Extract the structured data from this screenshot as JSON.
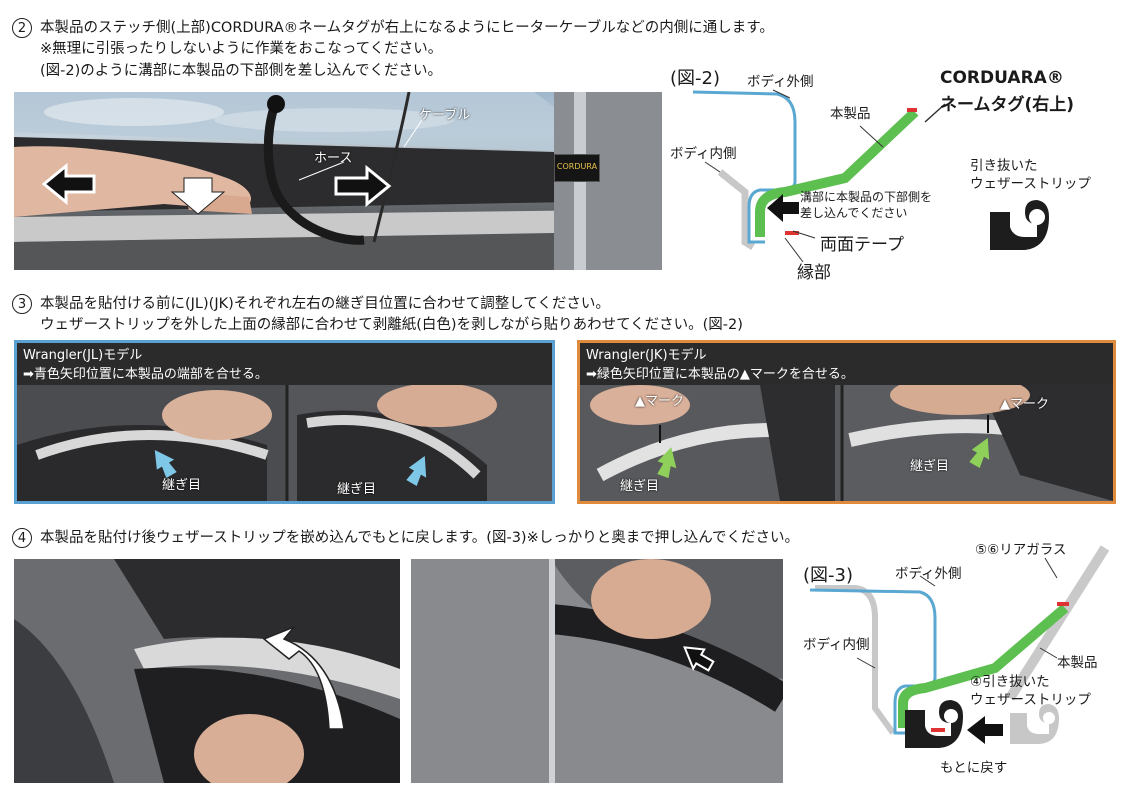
{
  "step2": {
    "num": "2",
    "line1": "本製品のステッチ側(上部)CORDURA®ネームタグが右上になるようにヒーターケーブルなどの内側に通します。",
    "line2": "※無理に引張ったりしないように作業をおこなってください。",
    "line3": "(図-2)のように溝部に本製品の下部側を差し込んでください。",
    "photo": {
      "hose": "ホース",
      "cable": "ケーブル",
      "tag": "CORDURA"
    }
  },
  "fig2": {
    "title": "(図-2)",
    "body_outer": "ボディ外側",
    "product": "本製品",
    "cordura_1": "CORDUARA®",
    "cordura_2": "ネームタグ(右上)",
    "body_inner": "ボディ内側",
    "removed_1": "引き抜いた",
    "removed_2": "ウェザーストリップ",
    "groove_1": "溝部に本製品の下部側を",
    "groove_2": "差し込んでください",
    "tape": "両面テープ",
    "edge": "縁部"
  },
  "step3": {
    "num": "3",
    "line1": "本製品を貼付ける前に(JL)(JK)それぞれ左右の継ぎ目位置に合わせて調整してください。",
    "line2": "ウェザーストリップを外した上面の縁部に合わせて剥離紙(白色)を剥しながら貼りあわせてください。(図-2)"
  },
  "jl": {
    "title": "Wrangler(JL)モデル",
    "note": "➡青色矢印位置に本製品の端部を合せる。",
    "seam_left": "継ぎ目",
    "seam_right": "継ぎ目",
    "color": "#5aa0d0"
  },
  "jk": {
    "title": "Wrangler(JK)モデル",
    "note": "➡緑色矢印位置に本製品の▲マークを合せる。",
    "mark_left": "▲マーク",
    "mark_right": "▲マーク",
    "seam_left": "継ぎ目",
    "seam_right": "継ぎ目",
    "color": "#e08a3c"
  },
  "step4": {
    "num": "4",
    "line1": "本製品を貼付け後ウェザーストリップを嵌め込んでもとに戻します。(図-3)※しっかりと奥まで押し込んでください。"
  },
  "fig3": {
    "title": "(図-3)",
    "rear_glass": "⑤⑥リアガラス",
    "body_outer": "ボディ外側",
    "body_inner": "ボディ内側",
    "product": "本製品",
    "removed_1": "④引き抜いた",
    "removed_2": "ウェザーストリップ",
    "restore": "もとに戻す"
  }
}
